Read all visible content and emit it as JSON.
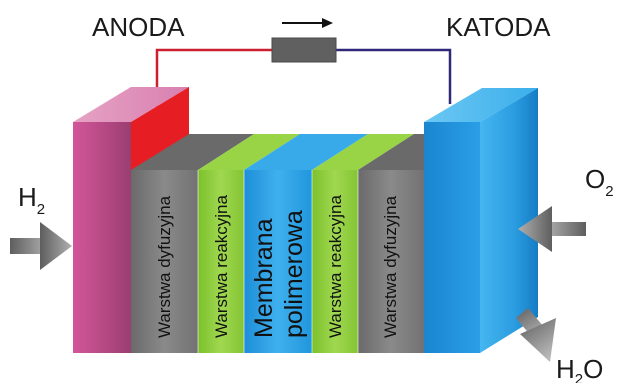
{
  "labels": {
    "anode": "ANODA",
    "cathode": "KATODA",
    "h2_main": "H",
    "h2_sub": "2",
    "o2_main": "O",
    "o2_sub": "2",
    "h2o_main": "H",
    "h2o_sub": "2",
    "h2o_end": "O"
  },
  "layers": {
    "diffusion_left": "Warstwa dyfuzyjna",
    "reaction_left": "Warstwa reakcyjna",
    "membrane_line1": "Membrana",
    "membrane_line2": "polimerowa",
    "reaction_right": "Warstwa reakcyjna",
    "diffusion_right": "Warstwa dyfuzyjna"
  },
  "colors": {
    "anode_front": "#c0508a",
    "anode_side": "#e61e23",
    "cathode_front": "#1e90d8",
    "diffusion": "#7d7d7d",
    "reaction": "#8ccc3c",
    "membrane": "#2a9ee0",
    "wire_anode": "#cc2030",
    "wire_cathode": "#302878",
    "load": "#606060",
    "arrow": "#8a8a8a"
  }
}
